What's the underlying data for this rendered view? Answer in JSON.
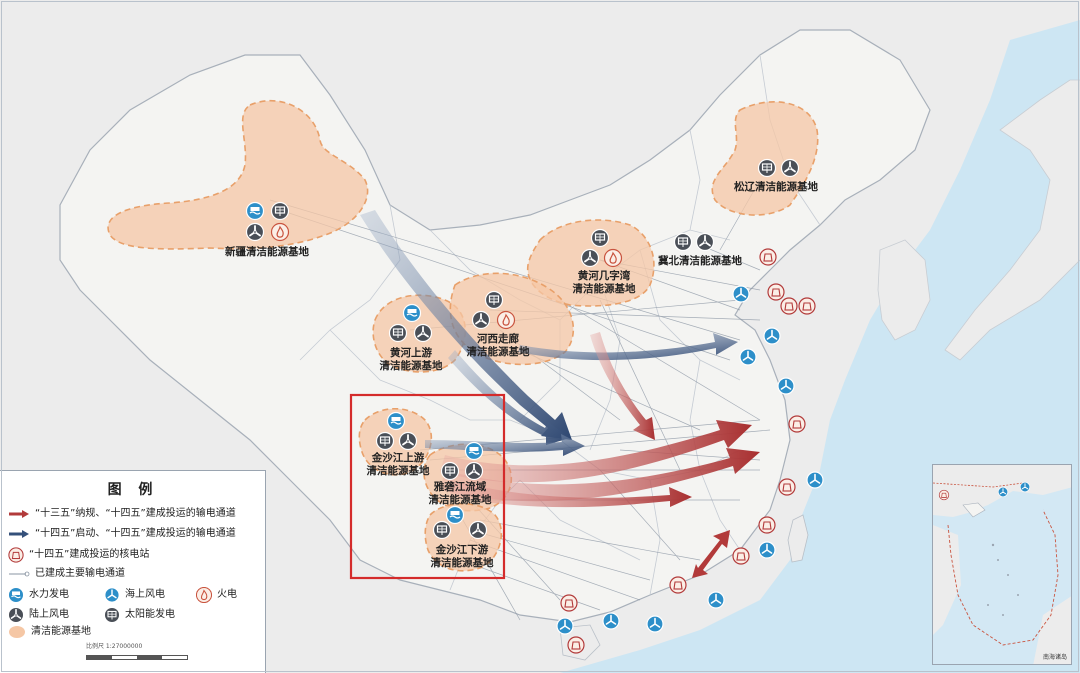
{
  "colors": {
    "sea": "#cde6f3",
    "land": "#ececec",
    "base_fill": "#f5c7a5",
    "base_stroke": "#e8a06a",
    "red_arrow": "#b23a3a",
    "blue_arrow": "#34507a",
    "highlight_box": "#d42b2b"
  },
  "bases": [
    {
      "label": "新疆清洁能源基地",
      "icons": [
        "hydro-icon",
        "solar-icon",
        "wind-icon",
        "thermal-icon"
      ]
    },
    {
      "label": "黄河上游\n清洁能源基地",
      "icons": [
        "hydro-icon",
        "solar-icon",
        "wind-icon"
      ]
    },
    {
      "label": "河西走廊\n清洁能源基地",
      "icons": [
        "solar-icon",
        "wind-icon",
        "thermal-icon"
      ]
    },
    {
      "label": "黄河几字湾\n清洁能源基地",
      "icons": [
        "solar-icon",
        "wind-icon",
        "thermal-icon"
      ]
    },
    {
      "label": "冀北清洁能源基地",
      "icons": [
        "solar-icon",
        "wind-icon"
      ]
    },
    {
      "label": "松辽清洁能源基地",
      "icons": [
        "solar-icon",
        "wind-icon"
      ]
    },
    {
      "label": "金沙江上游\n清洁能源基地",
      "icons": [
        "hydro-icon",
        "solar-icon",
        "wind-icon"
      ]
    },
    {
      "label": "雅砻江流域\n清洁能源基地",
      "icons": [
        "hydro-icon",
        "solar-icon",
        "wind-icon"
      ]
    },
    {
      "label": "金沙江下游\n清洁能源基地",
      "icons": [
        "hydro-icon",
        "wind-icon"
      ]
    }
  ],
  "legend": {
    "title": "图 例",
    "items": [
      {
        "key": "red_arrow",
        "label": "“十三五”纳规、“十四五”建成投运的输电通道"
      },
      {
        "key": "blue_arrow",
        "label": "“十四五”启动、“十四五”建成投运的输电通道"
      },
      {
        "key": "nuclear",
        "label": "“十四五”建成投运的核电站"
      },
      {
        "key": "line",
        "label": "已建成主要输电通道"
      }
    ],
    "grid": [
      {
        "key": "hydro",
        "label": "水力发电"
      },
      {
        "key": "offshore",
        "label": "海上风电"
      },
      {
        "key": "thermal",
        "label": "火电"
      },
      {
        "key": "wind",
        "label": "陆上风电"
      },
      {
        "key": "solar",
        "label": "太阳能发电"
      }
    ],
    "base_label": "清洁能源基地",
    "scale_text": "比例尺  1:27000000"
  },
  "inset": {
    "caption": "南海诸岛"
  }
}
